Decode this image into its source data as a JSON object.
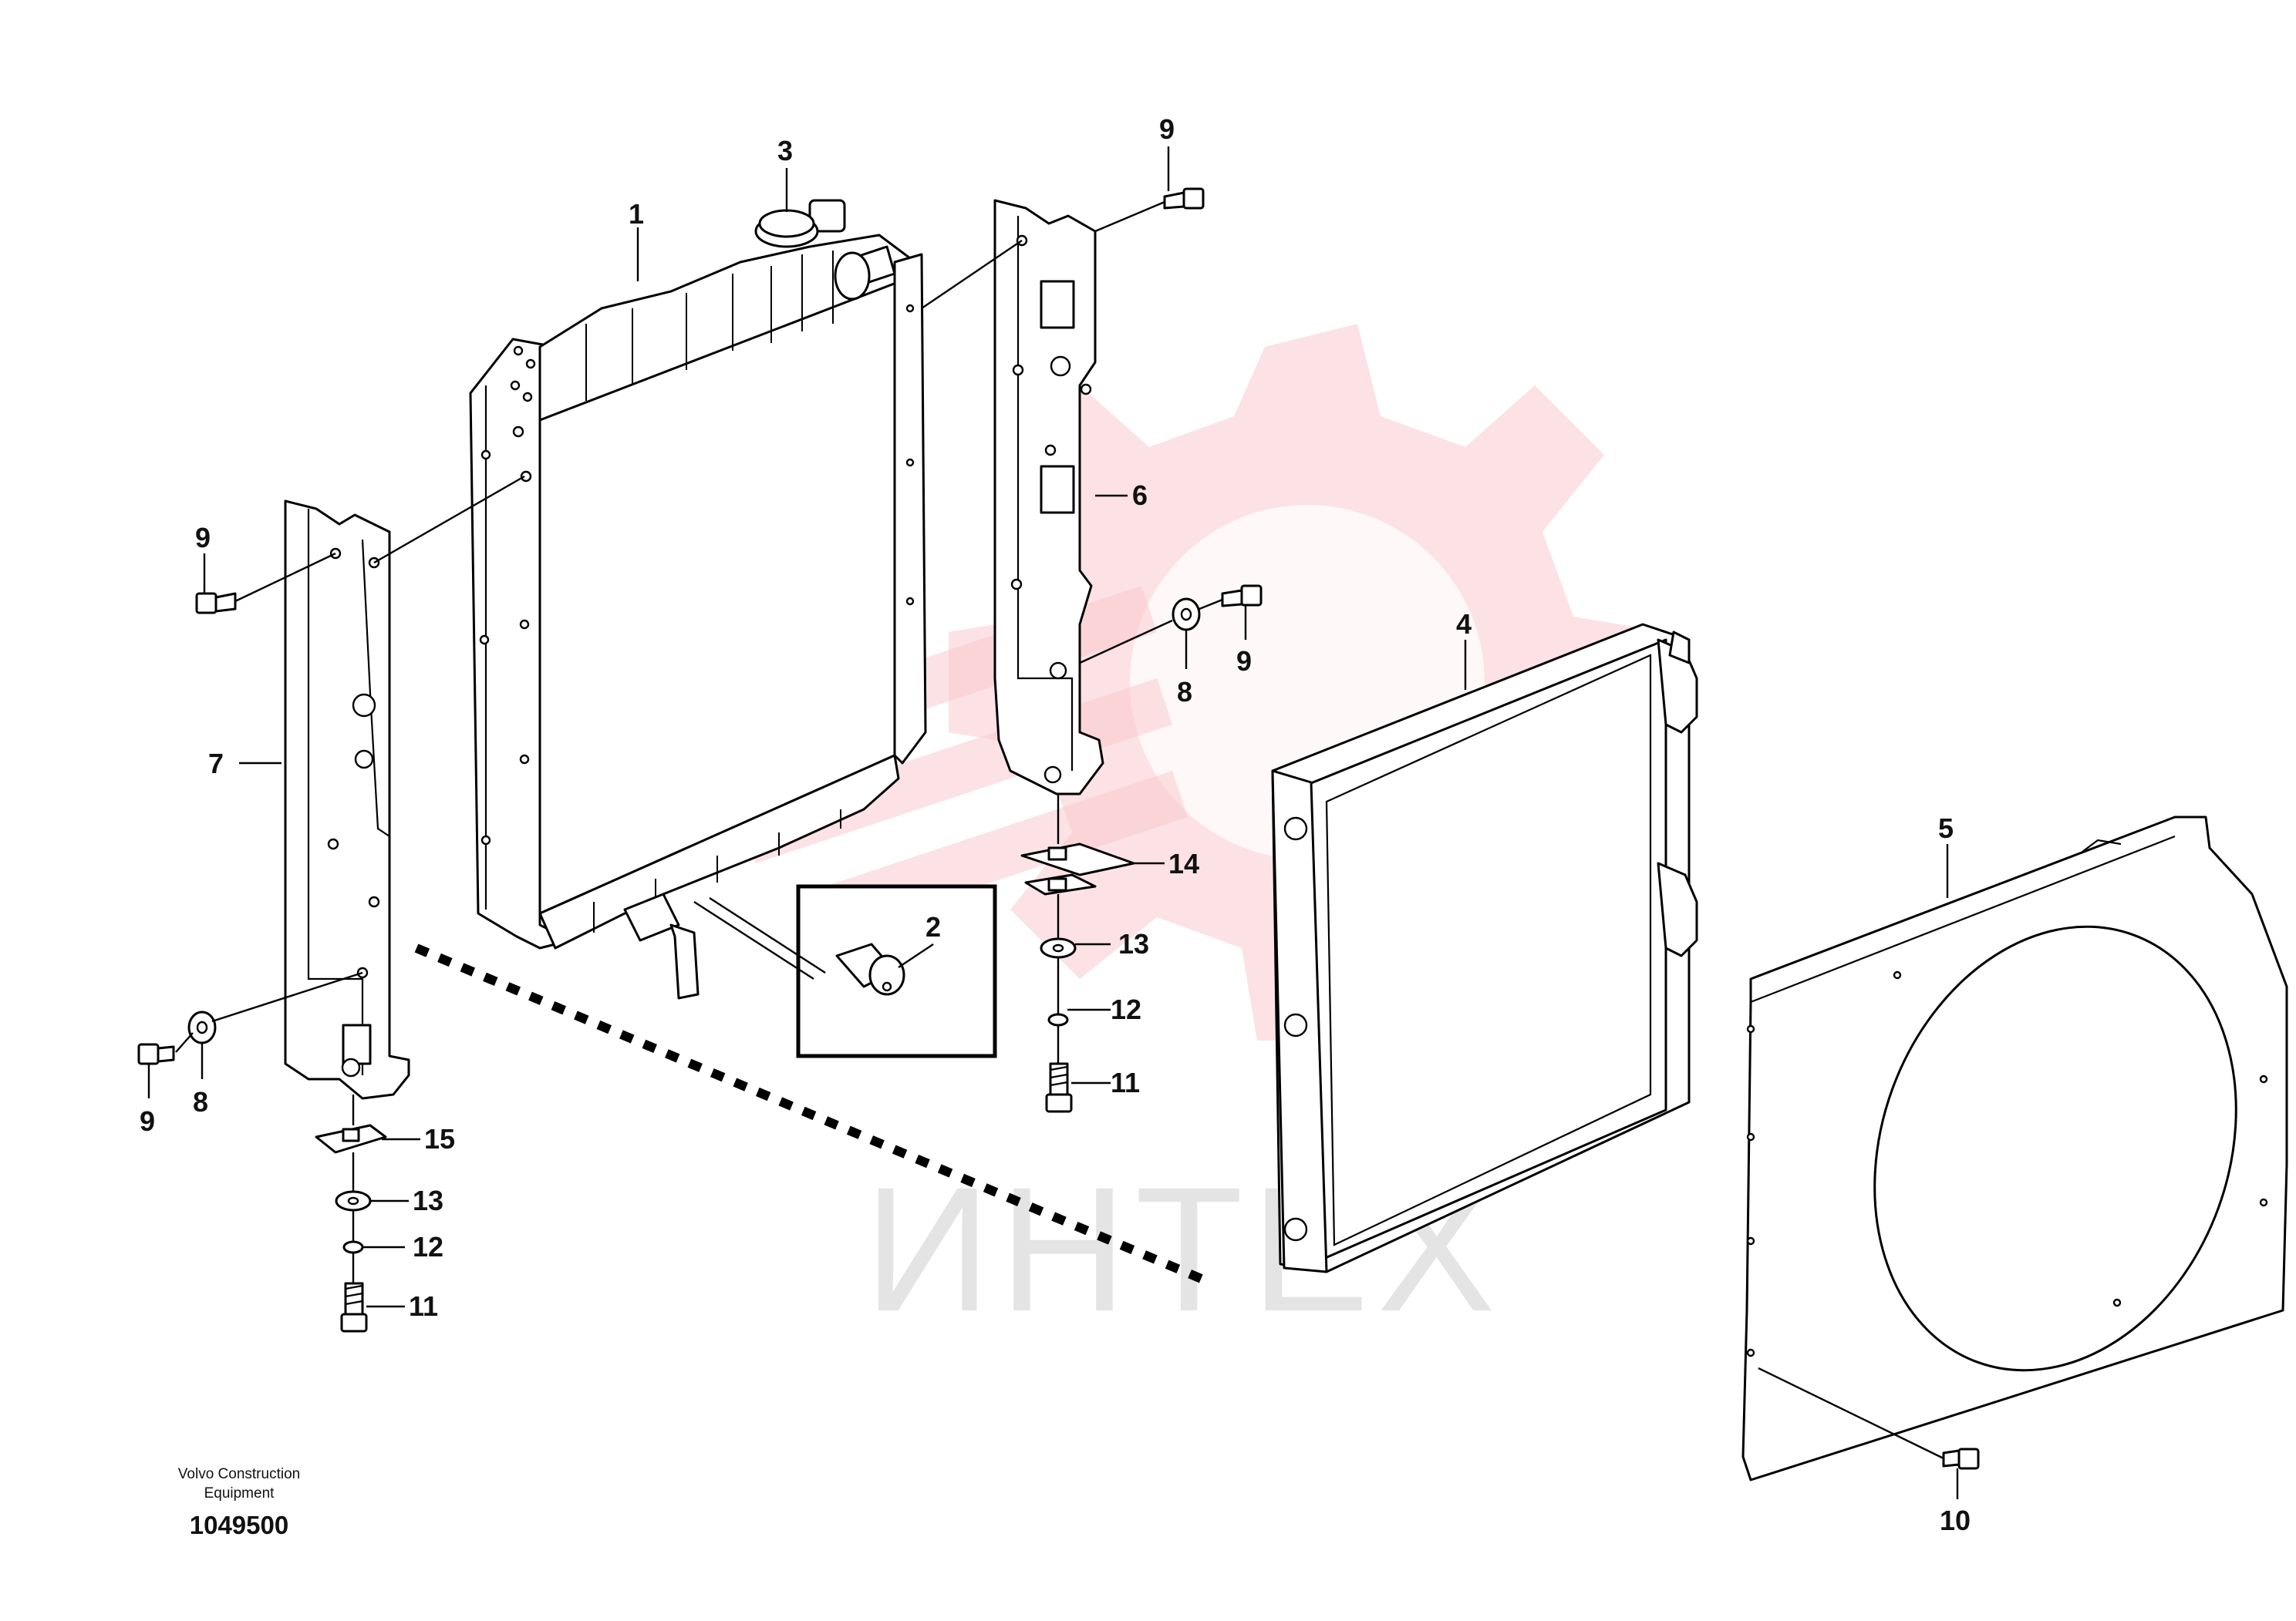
{
  "callouts": {
    "c1": "1",
    "c2": "2",
    "c3": "3",
    "c4": "4",
    "c5": "5",
    "c6": "6",
    "c7": "7",
    "c8a": "8",
    "c8b": "8",
    "c9a": "9",
    "c9b": "9",
    "c9c": "9",
    "c9d": "9",
    "c10": "10",
    "c11a": "11",
    "c11b": "11",
    "c12a": "12",
    "c12b": "12",
    "c13a": "13",
    "c13b": "13",
    "c14": "14",
    "c15": "15"
  },
  "footer": {
    "brand_line1": "Volvo Construction",
    "brand_line2": "Equipment",
    "drawing_number": "1049500"
  },
  "watermark": {
    "text": "ИНТЕХ",
    "color": "#f9c5c9"
  }
}
